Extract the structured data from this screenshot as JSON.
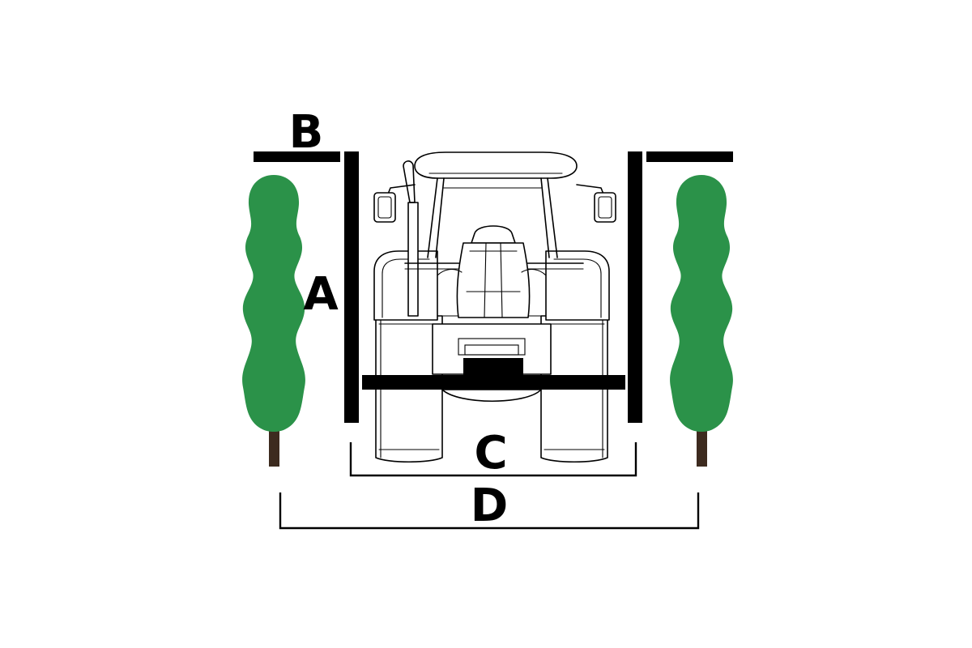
{
  "labels": {
    "a": "A",
    "b": "B",
    "c": "C",
    "d": "D"
  },
  "colors": {
    "foliage": "#2b9249",
    "trunk": "#3d2b1f",
    "line": "#000000",
    "background": "#ffffff"
  },
  "icons": [
    "tree-icon",
    "tractor-icon"
  ]
}
